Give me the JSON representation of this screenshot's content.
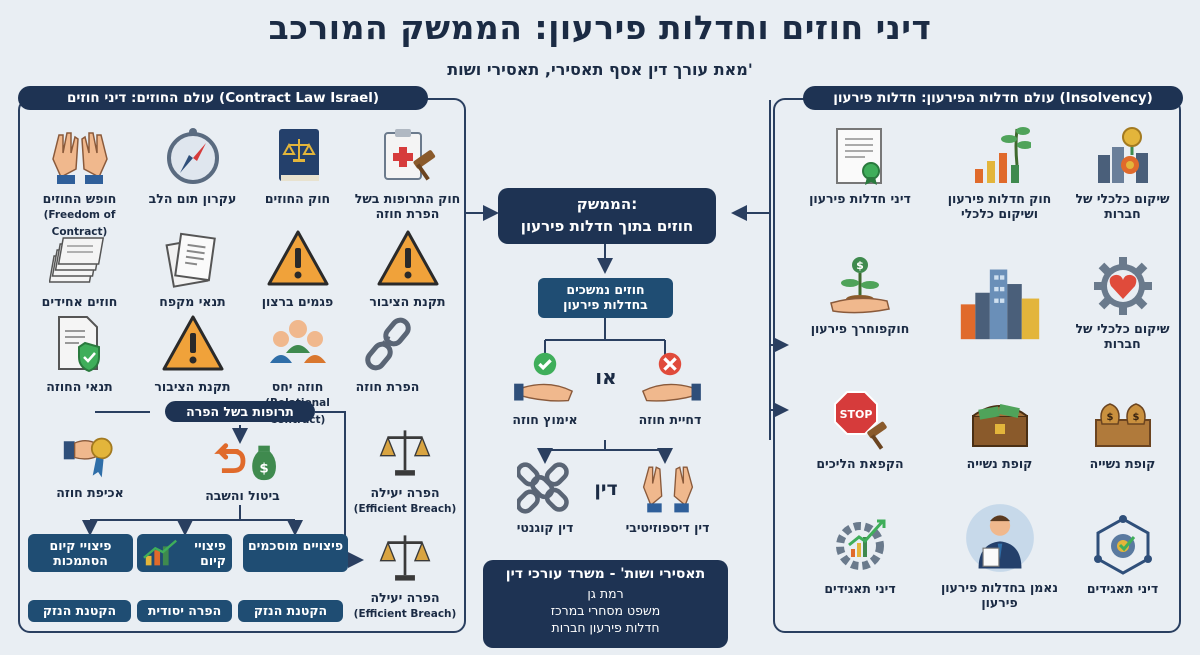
{
  "title": "דיני חוזים וחדלות פירעון: הממשק המורכב",
  "subtitle": "מאת עורך דין אסף תאסירי, תאסירי ושות'",
  "left_panel": {
    "header": "עולם החוזים: דיני חוזים (Contract Law Israel)",
    "items": [
      {
        "label": "חוק התרופות בשל הפרת חוזה",
        "sub": "",
        "icon": "clipboard-gavel-icon"
      },
      {
        "label": "חוק החוזים",
        "sub": "",
        "icon": "law-book-icon"
      },
      {
        "label": "עקרון תום הלב",
        "sub": "",
        "icon": "compass-icon"
      },
      {
        "label": "חופש החוזים",
        "sub": "(Freedom of Contract)",
        "icon": "open-hands-icon"
      },
      {
        "label": "תקנת הציבור",
        "sub": "",
        "icon": "warning-icon"
      },
      {
        "label": "פגמים ברצון",
        "sub": "",
        "icon": "warning-icon"
      },
      {
        "label": "תנאי מקפח",
        "sub": "",
        "icon": "documents-icon"
      },
      {
        "label": "חוזים אחידים",
        "sub": "",
        "icon": "document-stack-icon"
      },
      {
        "label": "הפרת חוזה",
        "sub": "",
        "icon": "broken-chain-icon"
      },
      {
        "label": "חוזה יחס",
        "sub": "(Relational Contract)",
        "icon": "people-group-icon"
      },
      {
        "label": "תקנת הציבור",
        "sub": "",
        "icon": "warning-icon"
      },
      {
        "label": "תנאי החוזה",
        "sub": "",
        "icon": "shield-document-icon"
      }
    ],
    "remedies": {
      "header": "תרופות בשל הפרה",
      "efficient_breach_1": {
        "label": "הפרה יעילה",
        "sub": "(Efficient Breach)"
      },
      "efficient_breach_2": {
        "label": "הפרה יעילה",
        "sub": "(Efficient Breach)"
      },
      "enforcement": "אכיפת חוזה",
      "cancel_restore": "ביטול והשבה",
      "boxes": [
        "פיצויי קיום הסתמכות",
        "פיצויי קיום",
        "פיצויים מוסכמים"
      ],
      "bottom": [
        "הקטנת הנזק",
        "הפרה יסודית",
        "הקטנת הנזק"
      ]
    }
  },
  "center": {
    "interface": "הממשק: חוזים בתוך חדלות פירעון",
    "interface_line1": "הממשק:",
    "interface_line2": "חוזים בתוך חדלות פירעון",
    "continuing": "חוזים נמשכים בחדלות פירעון",
    "or": "או",
    "reject": "דחיית חוזה",
    "adopt": "אימוץ חוזה",
    "law": "דין",
    "dispositive": "דין דיספוזיטיבי",
    "cogent": "דין קוגנטי",
    "firm": {
      "title": "תאסירי ושות' - משרד עורכי דין",
      "lines": [
        "רמת גן",
        "משפט מסחרי במרכז",
        "חדלות פירעון חברות"
      ]
    }
  },
  "right_panel": {
    "header": "עולם חדלות הפירעון: חדלות פירעון (Insolvency)",
    "items": [
      {
        "label": "שיקום כלכלי של חברות",
        "icon": "city-coins-icon"
      },
      {
        "label": "חוק חדלות פירעון ושיקום כלכלי",
        "icon": "growth-chart-icon"
      },
      {
        "label": "דיני חדלות פירעון",
        "icon": "certificate-icon"
      },
      {
        "label": "שיקום כלכלי של חברות",
        "icon": "heart-gear-icon"
      },
      {
        "label": "",
        "icon": "city-buildings-icon"
      },
      {
        "label": "חוקפוחרך פירעון",
        "icon": "hand-plant-icon"
      },
      {
        "label": "קופת נשייה",
        "icon": "money-bags-icon"
      },
      {
        "label": "קופת נשייה",
        "icon": "treasure-chest-icon"
      },
      {
        "label": "הקפאת הליכים",
        "icon": "stop-gavel-icon"
      },
      {
        "label": "דיני תאגידים",
        "icon": "network-target-icon"
      },
      {
        "label": "נאמן בחדלות פירעון פירעון",
        "icon": "trustee-icon"
      },
      {
        "label": "דיני תאגידים",
        "icon": "gear-chart-icon"
      }
    ]
  }
}
